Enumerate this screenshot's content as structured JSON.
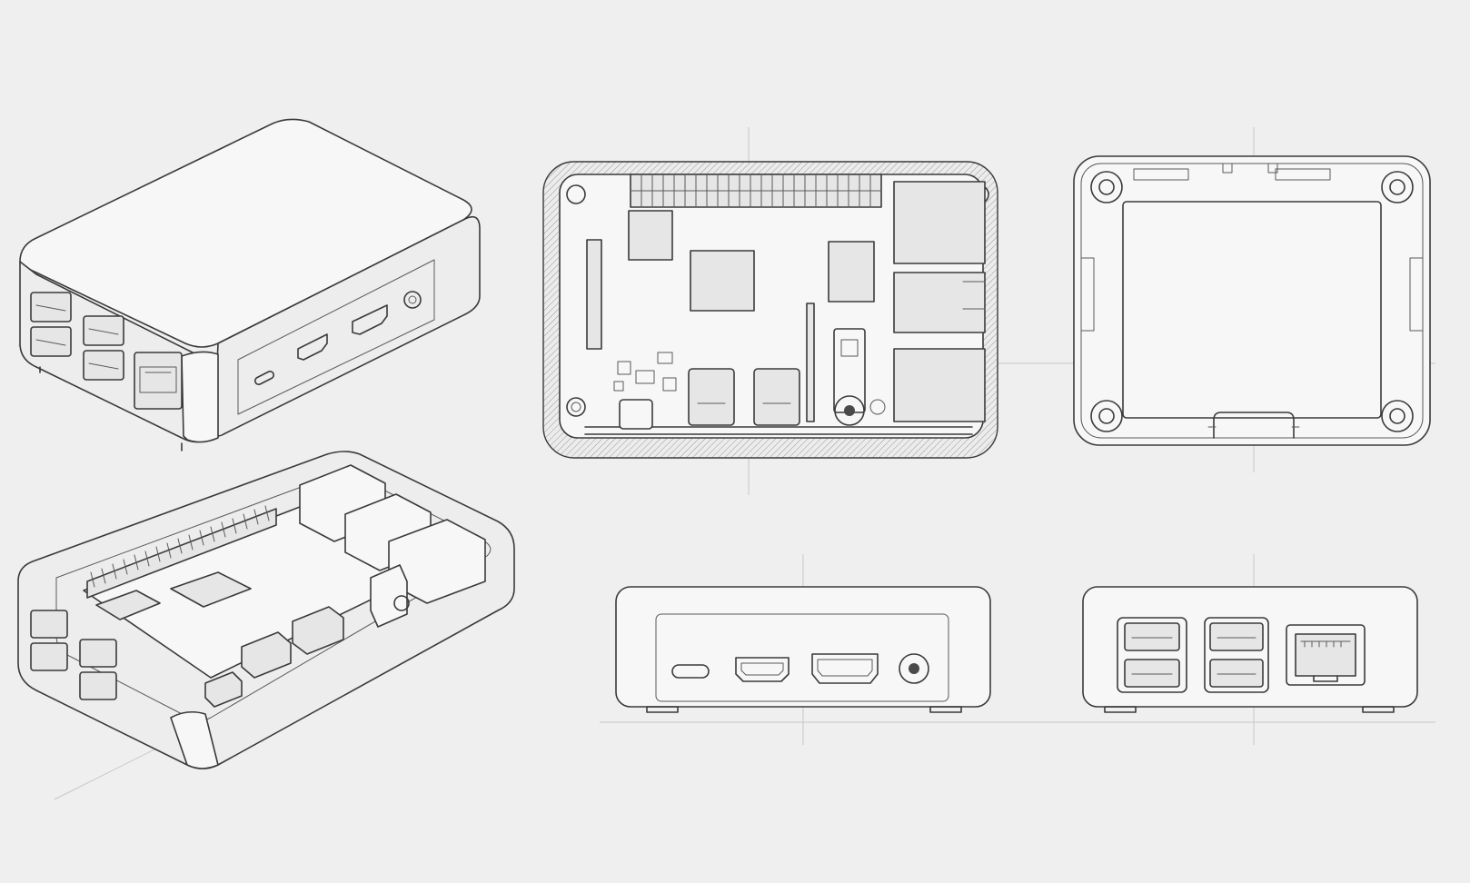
{
  "sheet": {
    "views": [
      {
        "name": "isometric-closed-view"
      },
      {
        "name": "isometric-open-view"
      },
      {
        "name": "top-section-view"
      },
      {
        "name": "bottom-lid-view"
      },
      {
        "name": "side-io-view"
      },
      {
        "name": "front-usb-ethernet-view"
      }
    ]
  },
  "colors": {
    "background": "#efefef",
    "line": "#3a3a3a",
    "construction": "#c7c7c7"
  }
}
